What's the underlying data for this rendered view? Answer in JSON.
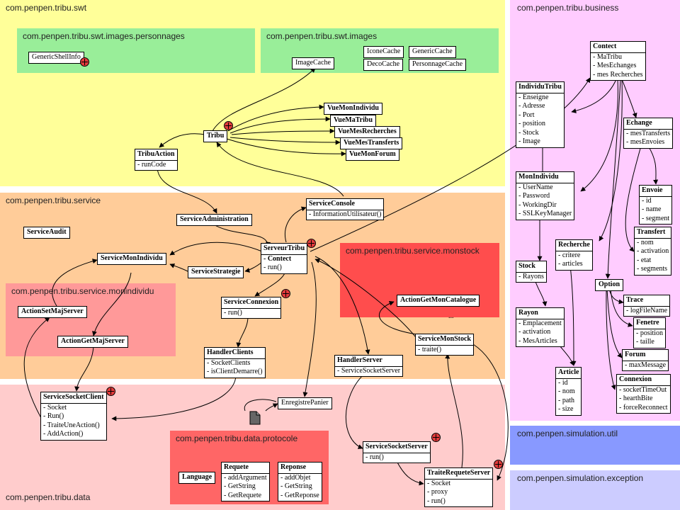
{
  "packages": {
    "swt": "com.penpen.tribu.swt",
    "personnages": "com.penpen.tribu.swt.images.personnages",
    "images": "com.penpen.tribu.swt.images",
    "business": "com.penpen.tribu.business",
    "service": "com.penpen.tribu.service",
    "monstock": "com.penpen.tribu.service.monstock",
    "monindividu": "com.penpen.tribu.service.monindividu",
    "data": "com.penpen.tribu.data",
    "protocole": "com.penpen.tribu.data.protocole",
    "sim_util": "com.penpen.simulation.util",
    "sim_exception": "com.penpen.simulation.exception"
  },
  "colors": {
    "swt": "#ffff99",
    "green": "#99ee99",
    "business": "#ffccff",
    "service": "#ffcc99",
    "monstock": "#ff4d4d",
    "monindividu": "#ff9999",
    "data": "#ffcccc",
    "protocole": "#ff6666",
    "sim_util": "#8899ff",
    "sim_exception": "#ccccff",
    "plus": "#e23b3b"
  },
  "classes": {
    "generic_shell_info": {
      "name": "GenericShellInfo"
    },
    "image_cache": {
      "name": "ImageCache"
    },
    "icone_cache": {
      "name": "IconeCache"
    },
    "generic_cache": {
      "name": "GenericCache"
    },
    "deco_cache": {
      "name": "DecoCache"
    },
    "personnage_cache": {
      "name": "PersonnageCache"
    },
    "tribu": {
      "name": "Tribu"
    },
    "vue_mon_individu": {
      "name": "VueMonIndividu"
    },
    "vue_ma_tribu": {
      "name": "VueMaTribu"
    },
    "vue_mes_recherches": {
      "name": "VueMesRecherches"
    },
    "vue_mes_transferts": {
      "name": "VueMesTransferts"
    },
    "vue_mon_forum": {
      "name": "VueMonForum"
    },
    "tribu_action": {
      "name": "TribuAction",
      "attrs": [
        "- runCode"
      ]
    },
    "contect": {
      "name": "Contect",
      "attrs": [
        "- MaTribu",
        "- MesEchanges",
        "- mes Recherches"
      ]
    },
    "individu_tribu": {
      "name": "IndividuTribu",
      "attrs": [
        "- Enseigne",
        "- Adresse",
        "- Port",
        "- position",
        "- Stock",
        "- Image"
      ]
    },
    "echange": {
      "name": "Echange",
      "attrs": [
        "- mesTransferts",
        "- mesEnvoies"
      ]
    },
    "mon_individu": {
      "name": "MonIndividu",
      "attrs": [
        "- UserName",
        "- Password",
        "- WorkingDir",
        "- SSLKeyManager"
      ]
    },
    "envoie": {
      "name": "Envoie",
      "attrs": [
        "- id",
        "- name",
        "- segment"
      ]
    },
    "transfert": {
      "name": "Transfert",
      "attrs": [
        "- nom",
        "- activation",
        "- etat",
        "- segments"
      ]
    },
    "recherche": {
      "name": "Recherche",
      "attrs": [
        "- critere",
        "- articles"
      ]
    },
    "stock": {
      "name": "Stock",
      "attrs": [
        "- Rayons"
      ]
    },
    "option": {
      "name": "Option"
    },
    "trace": {
      "name": "Trace",
      "attrs": [
        "- logFileName"
      ]
    },
    "rayon": {
      "name": "Rayon",
      "attrs": [
        "- Emplacement",
        "- activation",
        "- MesArticles"
      ]
    },
    "fenetre": {
      "name": "Fenetre",
      "attrs": [
        "- position",
        "- taille"
      ]
    },
    "forum": {
      "name": "Forum",
      "attrs": [
        "- maxMessage"
      ]
    },
    "article": {
      "name": "Article",
      "attrs": [
        "- id",
        "- nom",
        "- path",
        "- size"
      ]
    },
    "connexion": {
      "name": "Connexion",
      "attrs": [
        "- socketTimeOut",
        "- hearthBite",
        "- forceReconnect"
      ]
    },
    "service_administration": {
      "name": "ServiceAdministration"
    },
    "service_console": {
      "name": "ServiceConsole",
      "attrs": [
        "- InformationUtilisateur()"
      ]
    },
    "service_audit": {
      "name": "ServiceAudit"
    },
    "serveur_tribu": {
      "name": "ServeurTribu",
      "attrs": [
        "- Contect",
        "- run()"
      ]
    },
    "service_mon_individu": {
      "name": "ServiceMonIndividu"
    },
    "service_strategie": {
      "name": "ServiceStrategie"
    },
    "action_get_mon_catalogue": {
      "name": "ActionGetMonCatalogue"
    },
    "action_set_maj_server": {
      "name": "ActionSetMajServer"
    },
    "service_connexion": {
      "name": "ServiceConnexion",
      "attrs": [
        "- run()"
      ]
    },
    "service_mon_stock": {
      "name": "ServiceMonStock",
      "attrs": [
        "- traite()"
      ]
    },
    "action_get_maj_server": {
      "name": "ActionGetMajServer"
    },
    "handler_clients": {
      "name": "HandlerClients",
      "attrs": [
        "- SocketClients",
        "- isClientDemarre()"
      ]
    },
    "handler_server": {
      "name": "HandlerServer",
      "attrs": [
        "- ServiceSocketServer"
      ]
    },
    "service_socket_client": {
      "name": "ServiceSocketClient",
      "attrs": [
        "- Socket",
        "- Run()",
        "- TraiteUneAction()",
        "- AddAction()"
      ]
    },
    "enregistre_panier": {
      "name": "EnregistrePanier"
    },
    "service_socket_server": {
      "name": "ServiceSocketServer",
      "attrs": [
        "- run()"
      ]
    },
    "language": {
      "name": "Language"
    },
    "requete": {
      "name": "Requete",
      "attrs": [
        "- addArgument",
        "- GetString",
        "- GetRequete"
      ]
    },
    "reponse": {
      "name": "Reponse",
      "attrs": [
        "- addObjet",
        "- GetString",
        "- GetReponse"
      ]
    },
    "traite_requete_server": {
      "name": "TraiteRequeteServer",
      "attrs": [
        "- Socket",
        "- proxy",
        "- run()"
      ]
    }
  },
  "ellipsis": "..."
}
